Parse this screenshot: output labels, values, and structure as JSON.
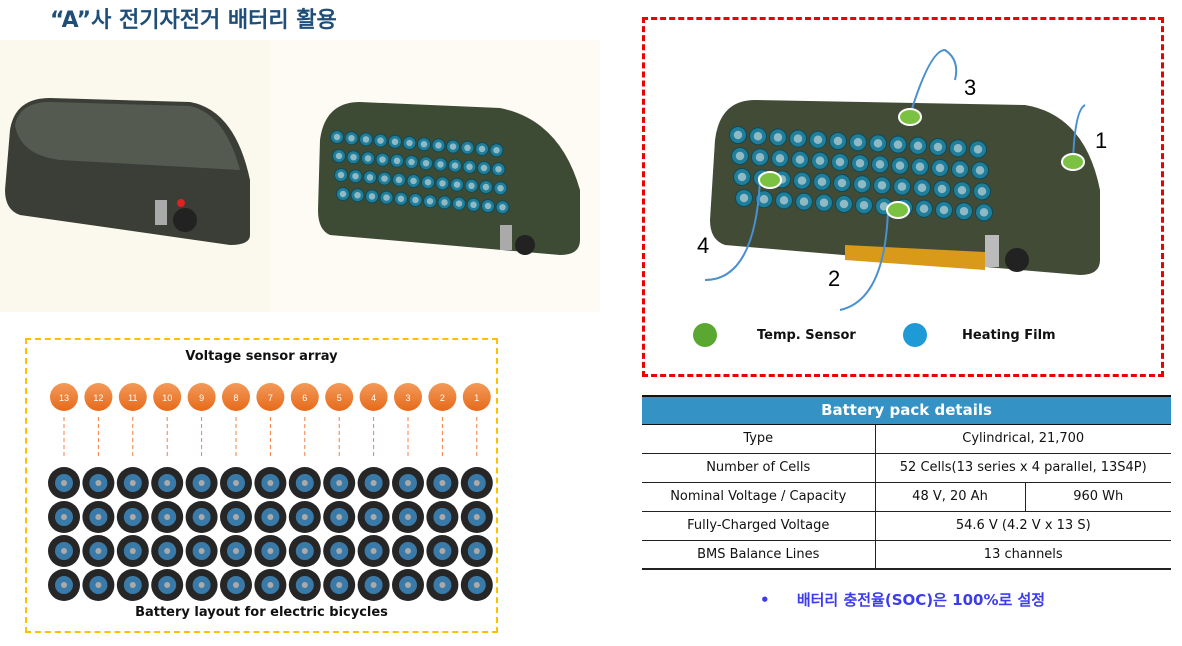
{
  "title": "“A”사 전기자전거 배터리 활용",
  "sensor_diagram": {
    "callouts": [
      "1",
      "2",
      "3",
      "4"
    ],
    "legend": [
      {
        "label": "Temp. Sensor",
        "color": "#5aa832"
      },
      {
        "label": "Heating Film",
        "color": "#1e9ad6"
      }
    ]
  },
  "layout_diagram": {
    "top_label": "Voltage sensor array",
    "bottom_label": "Battery layout for electric bicycles",
    "sensors": [
      "13",
      "12",
      "11",
      "10",
      "9",
      "8",
      "7",
      "6",
      "5",
      "4",
      "3",
      "2",
      "1"
    ],
    "rows": 4
  },
  "table": {
    "header": "Battery pack details",
    "rows": [
      {
        "label": "Type",
        "value": "Cylindrical, 21,700"
      },
      {
        "label": "Number of Cells",
        "value": "52 Cells(13 series x 4 parallel, 13S4P)"
      },
      {
        "label": "Nominal Voltage / Capacity",
        "value": "48 V, 20 Ah",
        "value2": "960 Wh"
      },
      {
        "label": "Fully-Charged Voltage",
        "value": "54.6 V (4.2 V x 13 S)"
      },
      {
        "label": "BMS Balance Lines",
        "value": "13 channels"
      }
    ]
  },
  "note": {
    "bullet": "•",
    "text": "배터리 충전율(SOC)은 100%로 설정"
  }
}
